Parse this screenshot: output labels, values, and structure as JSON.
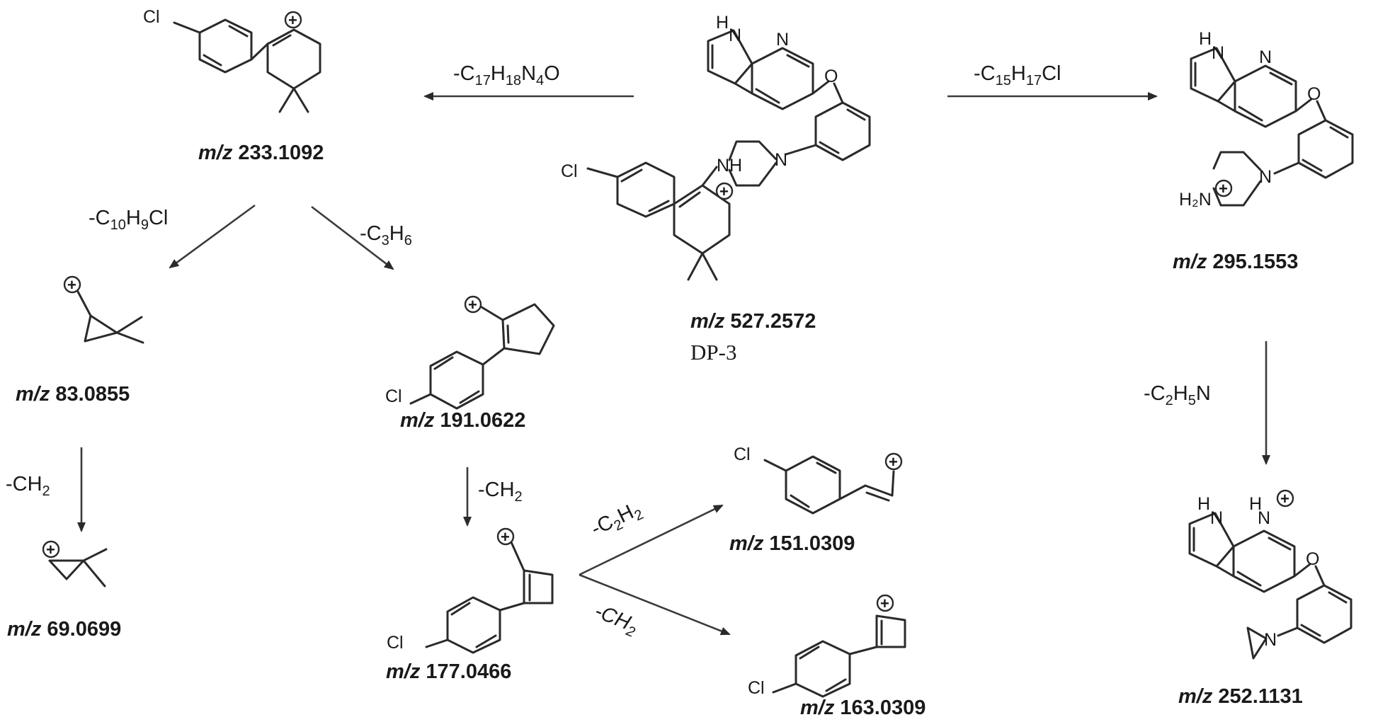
{
  "parent": {
    "mz_prefix": "m/z",
    "mz_value": "527.2572",
    "name": "DP-3"
  },
  "fragments": [
    {
      "id": "f233",
      "mz_prefix": "m/z",
      "mz_value": "233.1092"
    },
    {
      "id": "f295",
      "mz_prefix": "m/z",
      "mz_value": "295.1553"
    },
    {
      "id": "f83",
      "mz_prefix": "m/z",
      "mz_value": "83.0855"
    },
    {
      "id": "f191",
      "mz_prefix": "m/z",
      "mz_value": "191.0622"
    },
    {
      "id": "f69",
      "mz_prefix": "m/z",
      "mz_value": "69.0699"
    },
    {
      "id": "f177",
      "mz_prefix": "m/z",
      "mz_value": "177.0466"
    },
    {
      "id": "f151",
      "mz_prefix": "m/z",
      "mz_value": "151.0309"
    },
    {
      "id": "f163",
      "mz_prefix": "m/z",
      "mz_value": "163.0309"
    },
    {
      "id": "f252",
      "mz_prefix": "m/z",
      "mz_value": "252.1131"
    }
  ],
  "losses": [
    {
      "from": "527.2572",
      "to": "233.1092",
      "prefix": "-C",
      "parts": [
        [
          "sub",
          "17"
        ],
        [
          "t",
          "H"
        ],
        [
          "sub",
          "18"
        ],
        [
          "t",
          "N"
        ],
        [
          "sub",
          "4"
        ],
        [
          "t",
          "O"
        ]
      ]
    },
    {
      "from": "527.2572",
      "to": "295.1553",
      "prefix": "-C",
      "parts": [
        [
          "sub",
          "15"
        ],
        [
          "t",
          "H"
        ],
        [
          "sub",
          "17"
        ],
        [
          "t",
          "Cl"
        ]
      ]
    },
    {
      "from": "233.1092",
      "to": "83.0855",
      "prefix": "-C",
      "parts": [
        [
          "sub",
          "10"
        ],
        [
          "t",
          "H"
        ],
        [
          "sub",
          "9"
        ],
        [
          "t",
          "Cl"
        ]
      ]
    },
    {
      "from": "233.1092",
      "to": "191.0622",
      "prefix": "-C",
      "parts": [
        [
          "sub",
          "3"
        ],
        [
          "t",
          "H"
        ],
        [
          "sub",
          "6"
        ]
      ]
    },
    {
      "from": "83.0855",
      "to": "69.0699",
      "prefix": "-CH",
      "parts": [
        [
          "sub",
          "2"
        ]
      ]
    },
    {
      "from": "191.0622",
      "to": "177.0466",
      "prefix": "-CH",
      "parts": [
        [
          "sub",
          "2"
        ]
      ]
    },
    {
      "from": "177.0466",
      "to": "151.0309",
      "prefix": "-C",
      "parts": [
        [
          "sub",
          "2"
        ],
        [
          "t",
          "H"
        ],
        [
          "sub",
          "2"
        ]
      ]
    },
    {
      "from": "177.0466",
      "to": "163.0309",
      "prefix": "-CH",
      "parts": [
        [
          "sub",
          "2"
        ]
      ]
    },
    {
      "from": "295.1553",
      "to": "252.1131",
      "prefix": "-C",
      "parts": [
        [
          "sub",
          "2"
        ],
        [
          "t",
          "H"
        ],
        [
          "sub",
          "5"
        ],
        [
          "t",
          "N"
        ]
      ]
    }
  ],
  "atoms": {
    "cl": "Cl",
    "o": "O",
    "n": "N",
    "nh": "NH",
    "h": "H",
    "h2n": "H₂N",
    "plus": "+"
  }
}
